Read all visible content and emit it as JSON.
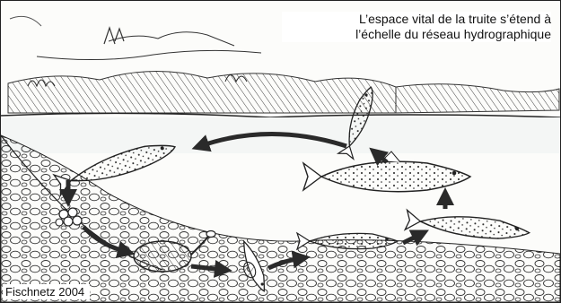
{
  "caption": {
    "line1": "L’espace vital de la truite s’étend à",
    "line2": "l’échelle du réseau hydrographique"
  },
  "credit": "Fischnetz 2004",
  "lifecycle": {
    "stages": [
      "gravel-spawning-bed",
      "eggs",
      "egg-with-yolk",
      "alevin",
      "young-trout",
      "juvenile-trout",
      "adult-trout",
      "spawning-trout",
      "migrating-trout"
    ],
    "arrow_color": "#2a2a2a"
  },
  "colors": {
    "ink": "#222222",
    "background": "#fcfcfa",
    "water": "#f4f6f5"
  }
}
